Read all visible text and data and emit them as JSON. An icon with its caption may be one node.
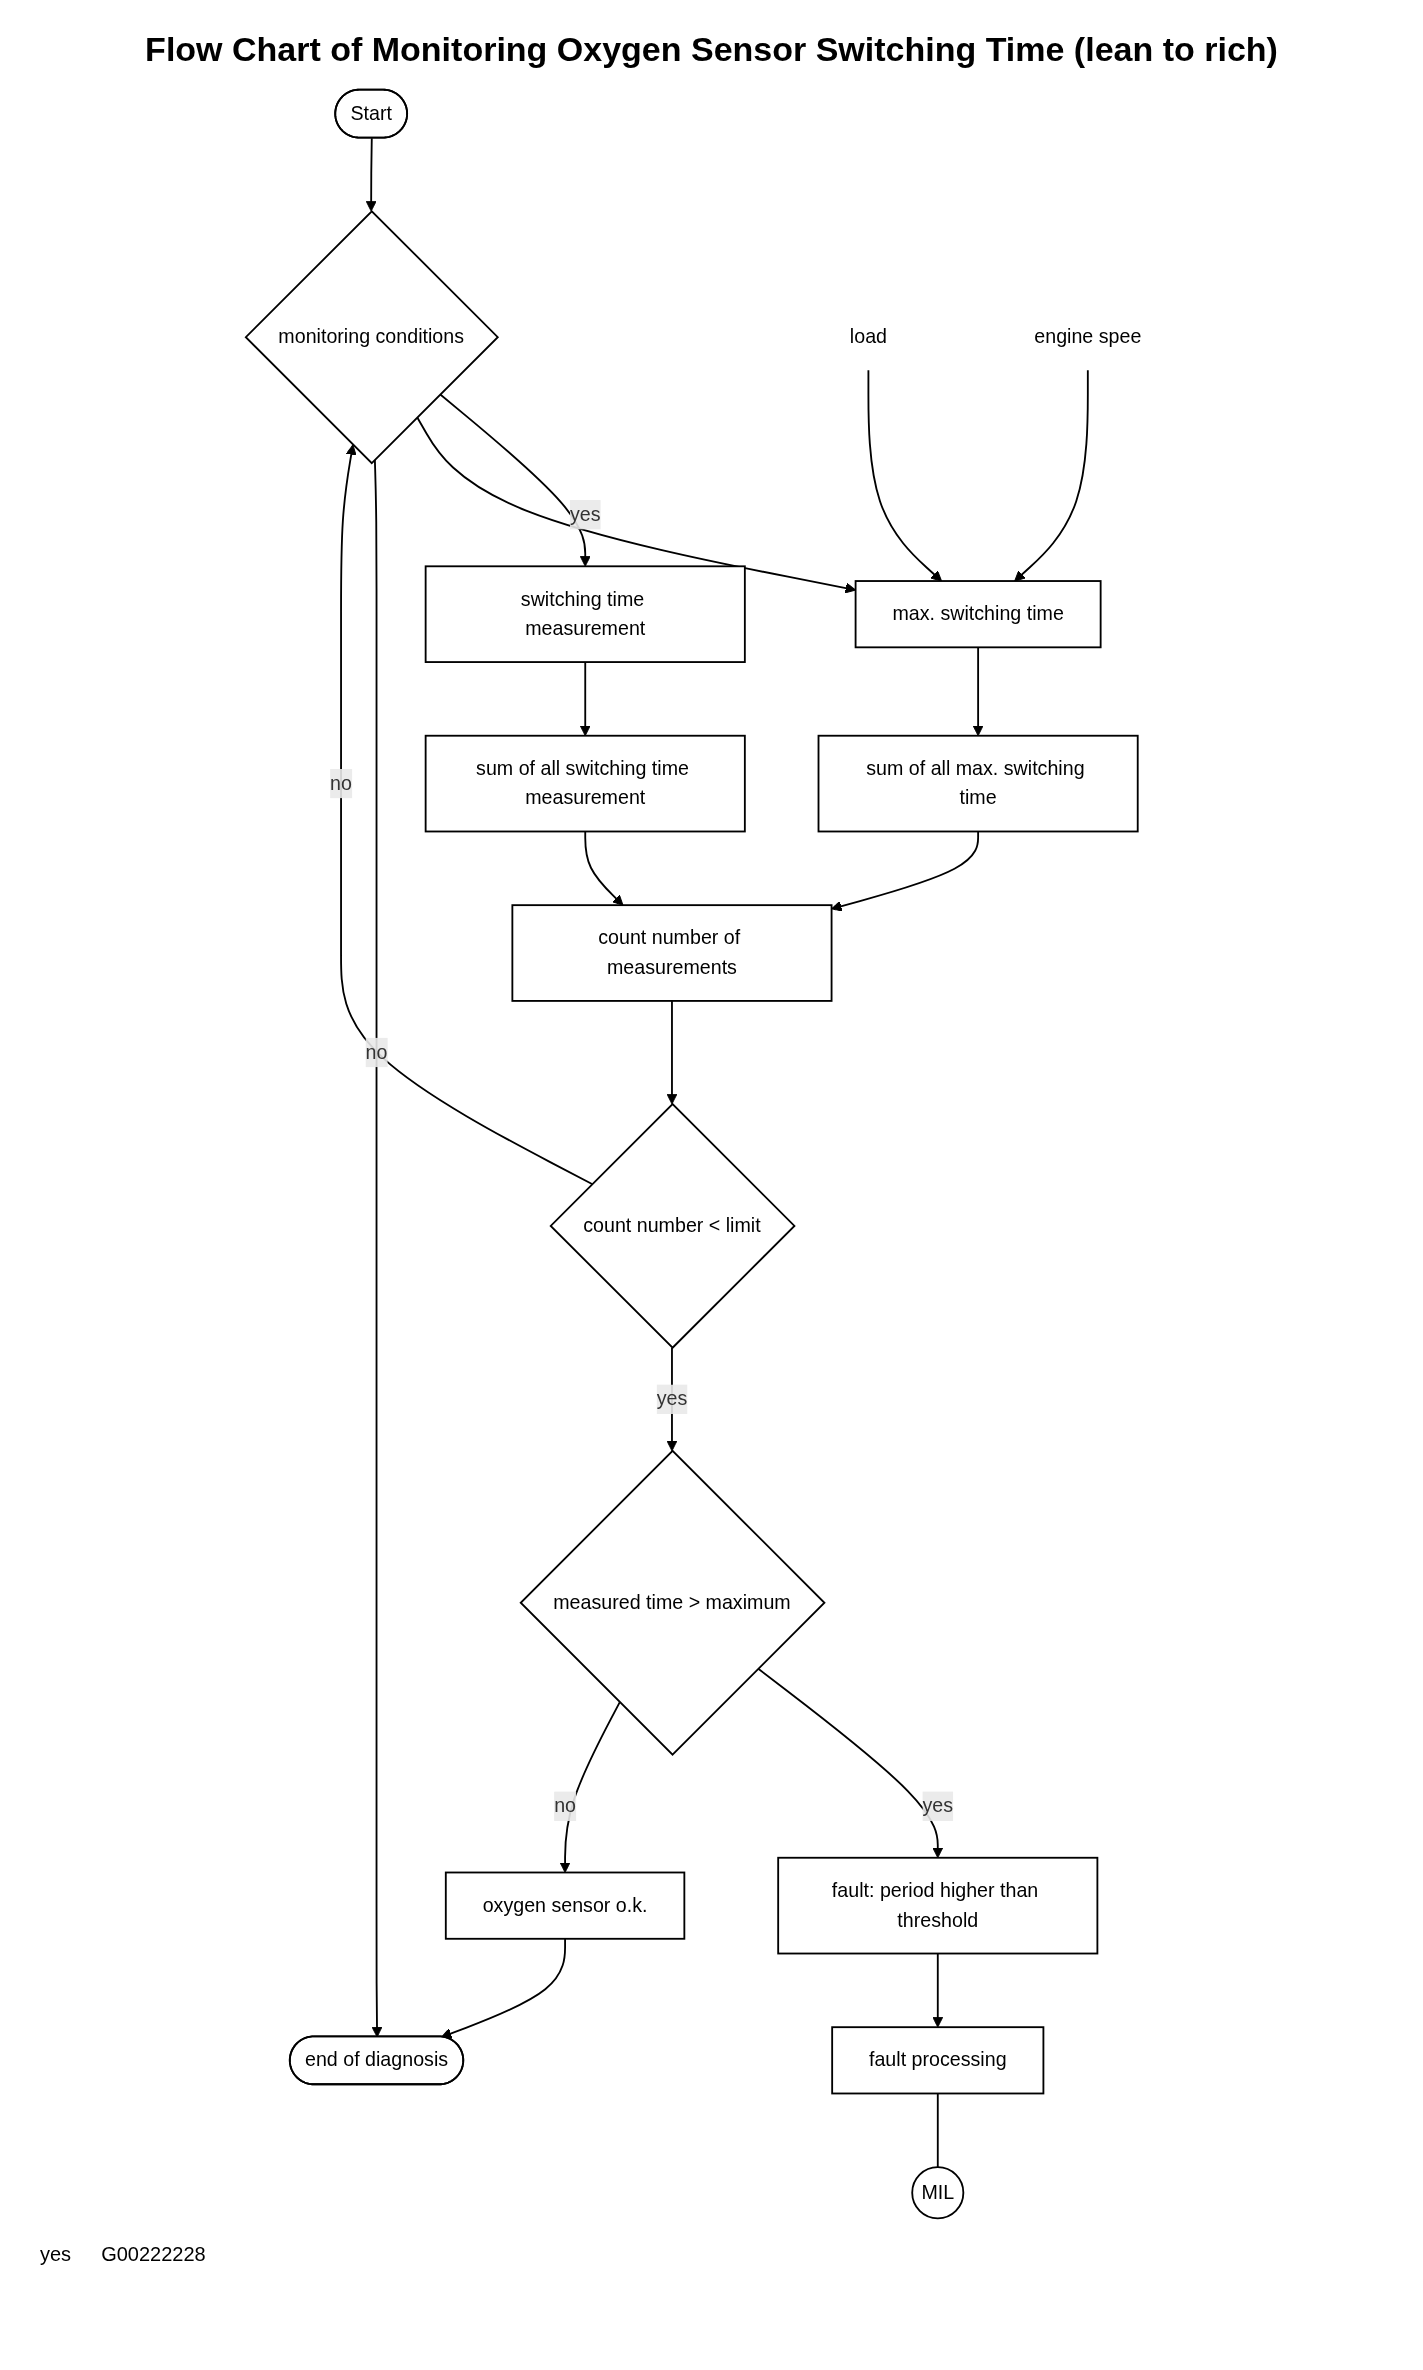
{
  "diagram": {
    "title": "Flow Chart of Monitoring Oxygen Sensor Switching Time (lean to rich)",
    "nodes": [
      {
        "text": [
          "Start"
        ]
      },
      {
        "text": [
          "monitoring conditions"
        ]
      },
      {
        "text": [
          "switching time measurement"
        ]
      },
      {
        "text": [
          "max. switching time"
        ]
      },
      {
        "text": [
          "load"
        ]
      },
      {
        "text": [
          "engine spee"
        ]
      },
      {
        "text": [
          "sum of all switching time measurement"
        ]
      },
      {
        "text": [
          "sum of all max. switching time"
        ]
      },
      {
        "text": [
          "count number of measurements"
        ]
      },
      {
        "text": [
          "count number < limit"
        ]
      },
      {
        "text": [
          "measured time > maximum"
        ]
      },
      {
        "text": [
          "fault: period higher than threshold"
        ]
      },
      {
        "text": [
          "oxygen sensor o.k."
        ]
      },
      {
        "text": [
          "fault processing"
        ]
      },
      {
        "text": [
          "end of diagnosis"
        ]
      },
      {
        "text": [
          "MIL"
        ]
      }
    ],
    "edges": [
      {
        "from": 0,
        "to": 1,
        "arrow": "to"
      },
      {
        "from": 1,
        "to": 2,
        "arrow": "to",
        "label": "yes"
      },
      {
        "from": 1,
        "to": 3,
        "arrow": "to"
      },
      {
        "from": 4,
        "to": 3,
        "arrow": "to"
      },
      {
        "from": 5,
        "to": 3,
        "arrow": "to"
      },
      {
        "from": 2,
        "to": 6,
        "arrow": "to"
      },
      {
        "from": 3,
        "to": 7,
        "arrow": "to"
      },
      {
        "from": 6,
        "to": 8,
        "arrow": "to"
      },
      {
        "from": 7,
        "to": 8,
        "arrow": "to"
      },
      {
        "from": 8,
        "to": 9,
        "arrow": "to"
      },
      {
        "from": 9,
        "to": 1,
        "arrow": "to",
        "label": "no"
      },
      {
        "from": 9,
        "to": 10,
        "arrow": "to",
        "label": "yes"
      },
      {
        "from": 10,
        "to": 11,
        "arrow": "to",
        "label": "yes"
      },
      {
        "from": 10,
        "to": 12,
        "arrow": "to",
        "label": "no"
      },
      {
        "from": 11,
        "to": 13,
        "arrow": "to"
      },
      {
        "from": 12,
        "to": 14,
        "arrow": "to"
      },
      {
        "from": 13,
        "to": 15,
        "arrow": "none"
      },
      {
        "from": 1,
        "to": 14,
        "arrow": "to",
        "label": "no"
      }
    ],
    "labels": [
      "yes",
      "G00222228"
    ]
  }
}
